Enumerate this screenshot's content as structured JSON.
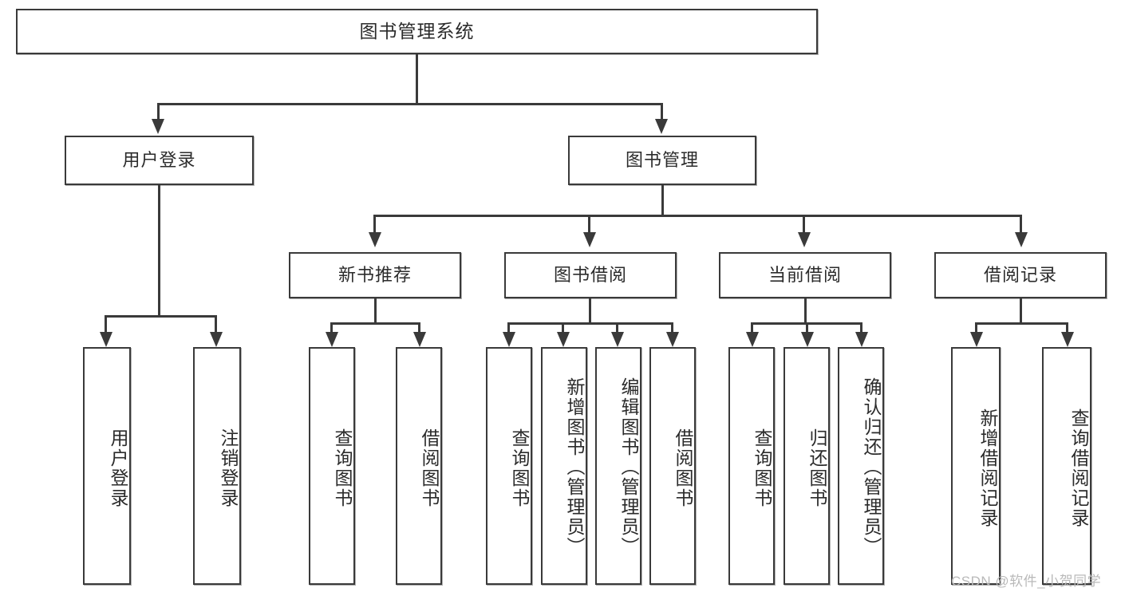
{
  "diagram": {
    "title": "图书管理系统",
    "root": {
      "label": "图书管理系统"
    },
    "level2": [
      {
        "label": "用户登录"
      },
      {
        "label": "图书管理"
      }
    ],
    "level3": [
      {
        "label": "新书推荐"
      },
      {
        "label": "图书借阅"
      },
      {
        "label": "当前借阅"
      },
      {
        "label": "借阅记录"
      }
    ],
    "leaves": [
      {
        "label": "用户登录"
      },
      {
        "label": "注销登录"
      },
      {
        "label": "查询图书"
      },
      {
        "label": "借阅图书"
      },
      {
        "label": "查询图书"
      },
      {
        "label": "新增图书（管理员）"
      },
      {
        "label": "编辑图书（管理员）"
      },
      {
        "label": "借阅图书"
      },
      {
        "label": "查询图书"
      },
      {
        "label": "归还图书"
      },
      {
        "label": "确认归还（管理员）"
      },
      {
        "label": "新增借阅记录"
      },
      {
        "label": "查询借阅记录"
      }
    ],
    "watermark": "CSDN @软件_小贺同学",
    "colors": {
      "stroke": "#3a3a3a",
      "text": "#2b2b2b",
      "background": "#ffffff",
      "watermark": "#b9b9b9"
    }
  }
}
